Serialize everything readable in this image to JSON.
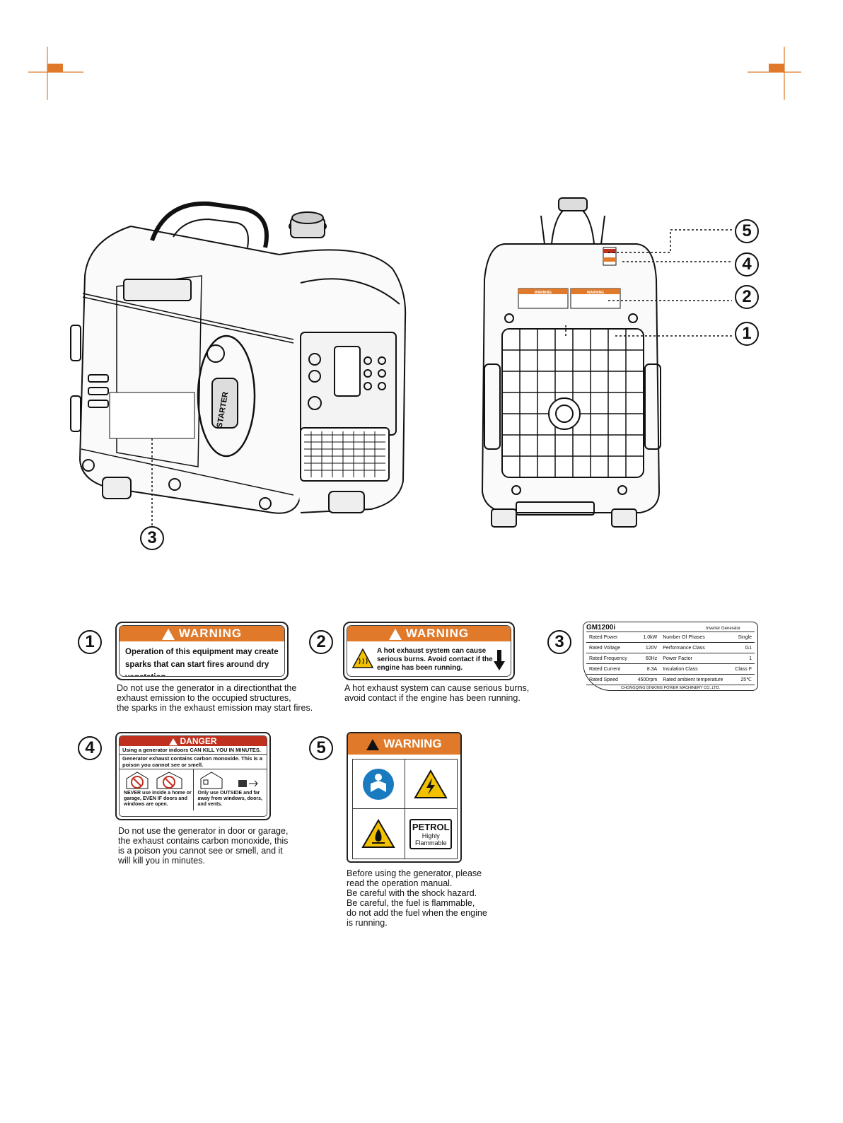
{
  "figure_top": {
    "callouts": [
      "5",
      "4",
      "2",
      "1",
      "3"
    ],
    "starter_text": "STARTER",
    "mini_warning": "WARNING"
  },
  "labels": {
    "l1": {
      "number": "1",
      "header": "WARNING",
      "text": "Operation of this equipment may create sparks that can start fires around dry vegetation.",
      "caption": "Do not use the generator in a directionthat the\nexhaust emission to the occupied structures,\nthe sparks in the exhaust emission may start fires."
    },
    "l2": {
      "number": "2",
      "header": "WARNING",
      "text": "A hot exhaust system can cause serious burns.    Avoid contact if the engine has been running.",
      "caption": "A hot exhaust system can cause serious burns,\navoid contact if the engine has been running."
    },
    "l3": {
      "number": "3",
      "model": "GM1200i",
      "type": "Inverter Generator",
      "rows": [
        [
          "Rated Power",
          "1.0kW",
          "Number Of Phases",
          "Single"
        ],
        [
          "Rated Voltage",
          "120V",
          "Performance Class",
          "G1"
        ],
        [
          "Rated Frequency",
          "60Hz",
          "Power Factor",
          "1"
        ],
        [
          "Rated Current",
          "8.3A",
          "Insulation Class",
          "Class F"
        ],
        [
          "Rated Speed",
          "4500rpm",
          "Rated ambient temperature",
          "25℃"
        ]
      ],
      "footer": "CHONGQING DINKING POWER MACHINERY CO.,LTD."
    },
    "l4": {
      "number": "4",
      "header": "DANGER",
      "line1": "Using a generator indoors CAN KILL YOU IN MINUTES.",
      "line2": "Generator exhaust contains carbon monoxide. This is a poison you cannot see or smell.",
      "left_text": "NEVER use inside a home or garage, EVEN IF doors and windows are open.",
      "right_text": "Only use OUTSIDE and far away from windows, doors, and vents.",
      "caption": "Do not use the generator in door or garage,\nthe exhaust contains carbon monoxide, this\nis a poison you cannot see or smell, and it\nwill kill you in minutes."
    },
    "l5": {
      "number": "5",
      "header": "WARNING",
      "petrol": "PETROL",
      "petrol_sub": "Highly\nFlammable",
      "caption": "Before using the generator, please\nread the operation manual.\nBe careful with the shock hazard.\nBe careful, the fuel is flammable,\ndo not add the fuel when the engine\nis running."
    }
  },
  "colors": {
    "accent": "#e07a2a",
    "danger_red": "#c0301e",
    "ink": "#111111"
  }
}
